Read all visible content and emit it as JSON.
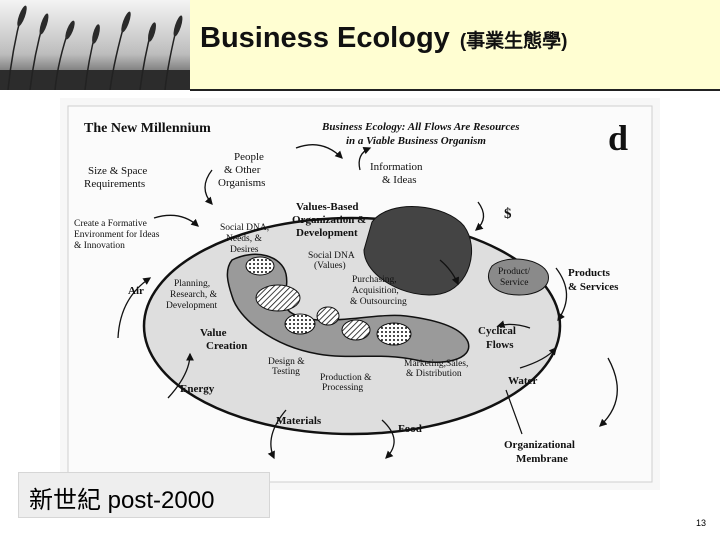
{
  "slide": {
    "title_en": "Business Ecology",
    "title_zh": "(事業生態學)",
    "caption": "新世紀 post-2000",
    "page_number": "13",
    "accent_color": "#fffed2"
  },
  "diagram": {
    "heading": "The New Millennium",
    "subtitle_line1": "Business Ecology:  All Flows Are Resources",
    "subtitle_line2": "in a Viable Business Organism",
    "letter": "d",
    "labels": {
      "people": [
        "People",
        "& Other",
        "Organisms"
      ],
      "info": [
        "Information",
        "& Ideas"
      ],
      "size_space": [
        "Size & Space",
        "Requirements"
      ],
      "formative": [
        "Create a Formative",
        "Environment for Ideas",
        "& Innovation"
      ],
      "social_dna_needs": [
        "Social DNA,",
        "Needs, &",
        "Desires"
      ],
      "values_based": [
        "Values-Based",
        "Organization &",
        "Development"
      ],
      "social_dna_values": [
        "Social DNA",
        "(Values)"
      ],
      "dollar": "$",
      "product_service": [
        "Product/",
        "Service"
      ],
      "products_services": [
        "Products",
        "& Services"
      ],
      "air": "Air",
      "planning": [
        "Planning,",
        "Research, &",
        "Development"
      ],
      "purchasing": [
        "Purchasing,",
        "Acquisition,",
        "& Outsourcing"
      ],
      "value_creation": [
        "Value",
        "Creation"
      ],
      "cyclical": [
        "Cyclical",
        "Flows"
      ],
      "design": [
        "Design &",
        "Testing"
      ],
      "production": [
        "Production &",
        "Processing"
      ],
      "marketing": [
        "Marketing,Sales,",
        "& Distribution"
      ],
      "water": "Water",
      "energy": "Energy",
      "materials": "Materials",
      "food": "Food",
      "membrane": [
        "Organizational",
        "Membrane"
      ]
    }
  }
}
